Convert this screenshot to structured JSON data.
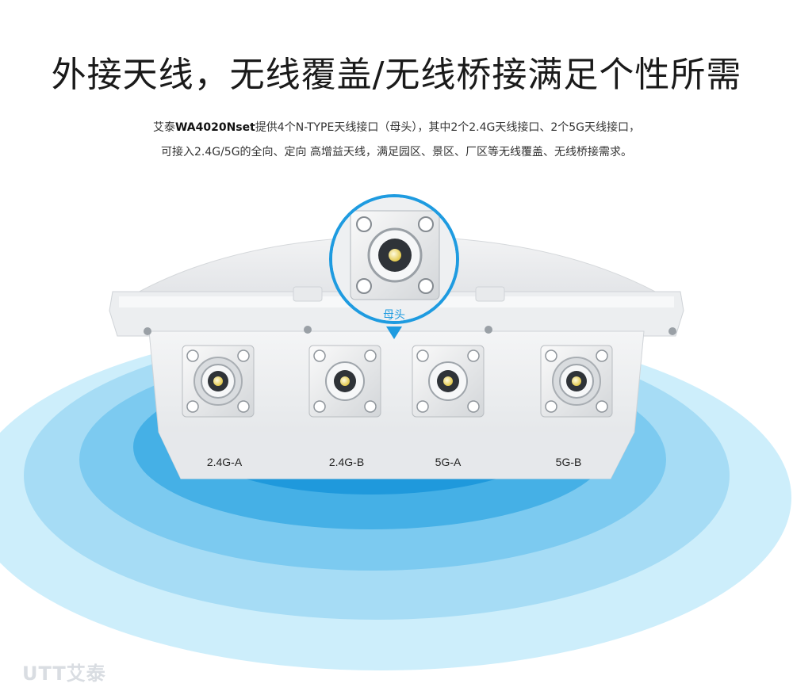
{
  "headline": "外接天线，无线覆盖/无线桥接满足个性所需",
  "description": {
    "line1_prefix": "艾泰",
    "model": "WA4020Nset",
    "line1_suffix": "提供4个N-TYPE天线接口（母头），其中2个2.4G天线接口、2个5G天线接口，",
    "line2": "可接入2.4G/5G的全向、定向 高增益天线，满足园区、景区、厂区等无线覆盖、无线桥接需求。"
  },
  "callout_label": "母头",
  "port_labels": [
    "2.4G-A",
    "2.4G-B",
    "5G-A",
    "5G-B"
  ],
  "watermark": "UTT艾泰",
  "colors": {
    "ring_outer": "#cdeefb",
    "ring_2": "#a6dcf5",
    "ring_3": "#7ccaf0",
    "ring_4": "#45b0e6",
    "ring_inner": "#1f99dc",
    "callout_border": "#1e9be0"
  }
}
